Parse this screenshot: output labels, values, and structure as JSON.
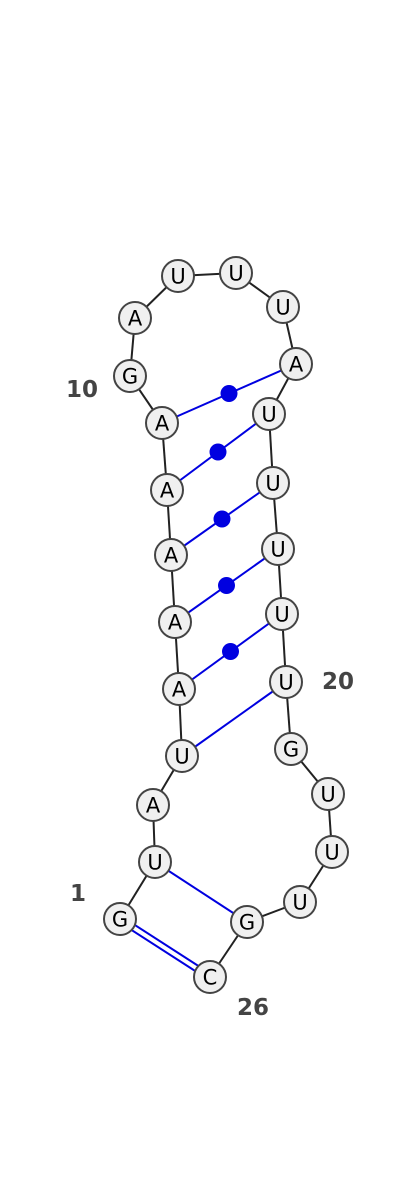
{
  "colors": {
    "backbone": "#222222",
    "pair": "#0000e0",
    "node_fill": "#f0f0f0",
    "node_stroke": "#444444",
    "index_text": "#444444"
  },
  "nucleotides": [
    "G",
    "U",
    "A",
    "U",
    "A",
    "A",
    "A",
    "A",
    "G",
    "A",
    "U",
    "U",
    "U",
    "A",
    "U",
    "U",
    "U",
    "U",
    "U",
    "G",
    "U",
    "U",
    "U",
    "G",
    "C"
  ],
  "index_labels": [
    {
      "index": 1,
      "text": "1"
    },
    {
      "index": 10,
      "text": "10"
    },
    {
      "index": 20,
      "text": "20"
    },
    {
      "index": 26,
      "text": "26"
    }
  ],
  "pairs": [
    {
      "i": 1,
      "j": 26,
      "style": "double"
    },
    {
      "i": 2,
      "j": 25,
      "style": "line"
    },
    {
      "i": 4,
      "j": 20,
      "style": "line"
    },
    {
      "i": 5,
      "j": 19,
      "style": "dot"
    },
    {
      "i": 6,
      "j": 18,
      "style": "dot"
    },
    {
      "i": 7,
      "j": 17,
      "style": "dot"
    },
    {
      "i": 8,
      "j": 16,
      "style": "dot"
    },
    {
      "i": 9,
      "j": 15,
      "style": "dot"
    }
  ]
}
